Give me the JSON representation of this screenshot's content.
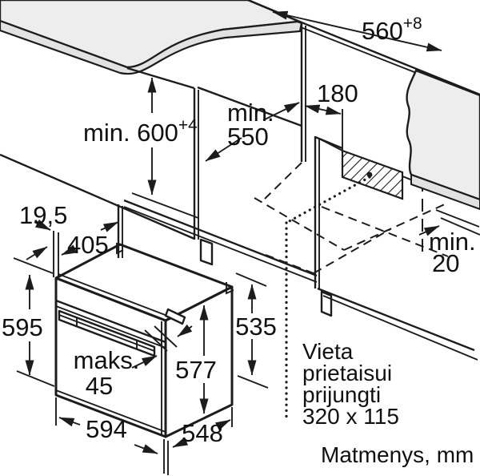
{
  "diagram": {
    "title": "Oven built-in installation drawing",
    "labels": {
      "w560": {
        "main": "560",
        "sup": "+8"
      },
      "h600": {
        "main": "min. 600",
        "sup": "+4"
      },
      "d550_l1": "min.",
      "d550_l2": "550",
      "w180": "180",
      "t19": "19,5",
      "d405": "405",
      "h595": "595",
      "h535": "535",
      "h577": "577",
      "maks_l1": "maks.",
      "maks_l2": "45",
      "w594": "594",
      "d548": "548",
      "min20_l1": "min.",
      "min20_l2": "20",
      "note_l1": "Vieta",
      "note_l2": "prietaisui",
      "note_l3": "prijungti",
      "note_l4": "320 x 115",
      "footer": "Matmenys, mm"
    },
    "colors": {
      "line": "#1c1c1c",
      "surface": "#ededed",
      "band": "#e2e2e2",
      "bg": "#ffffff"
    }
  }
}
